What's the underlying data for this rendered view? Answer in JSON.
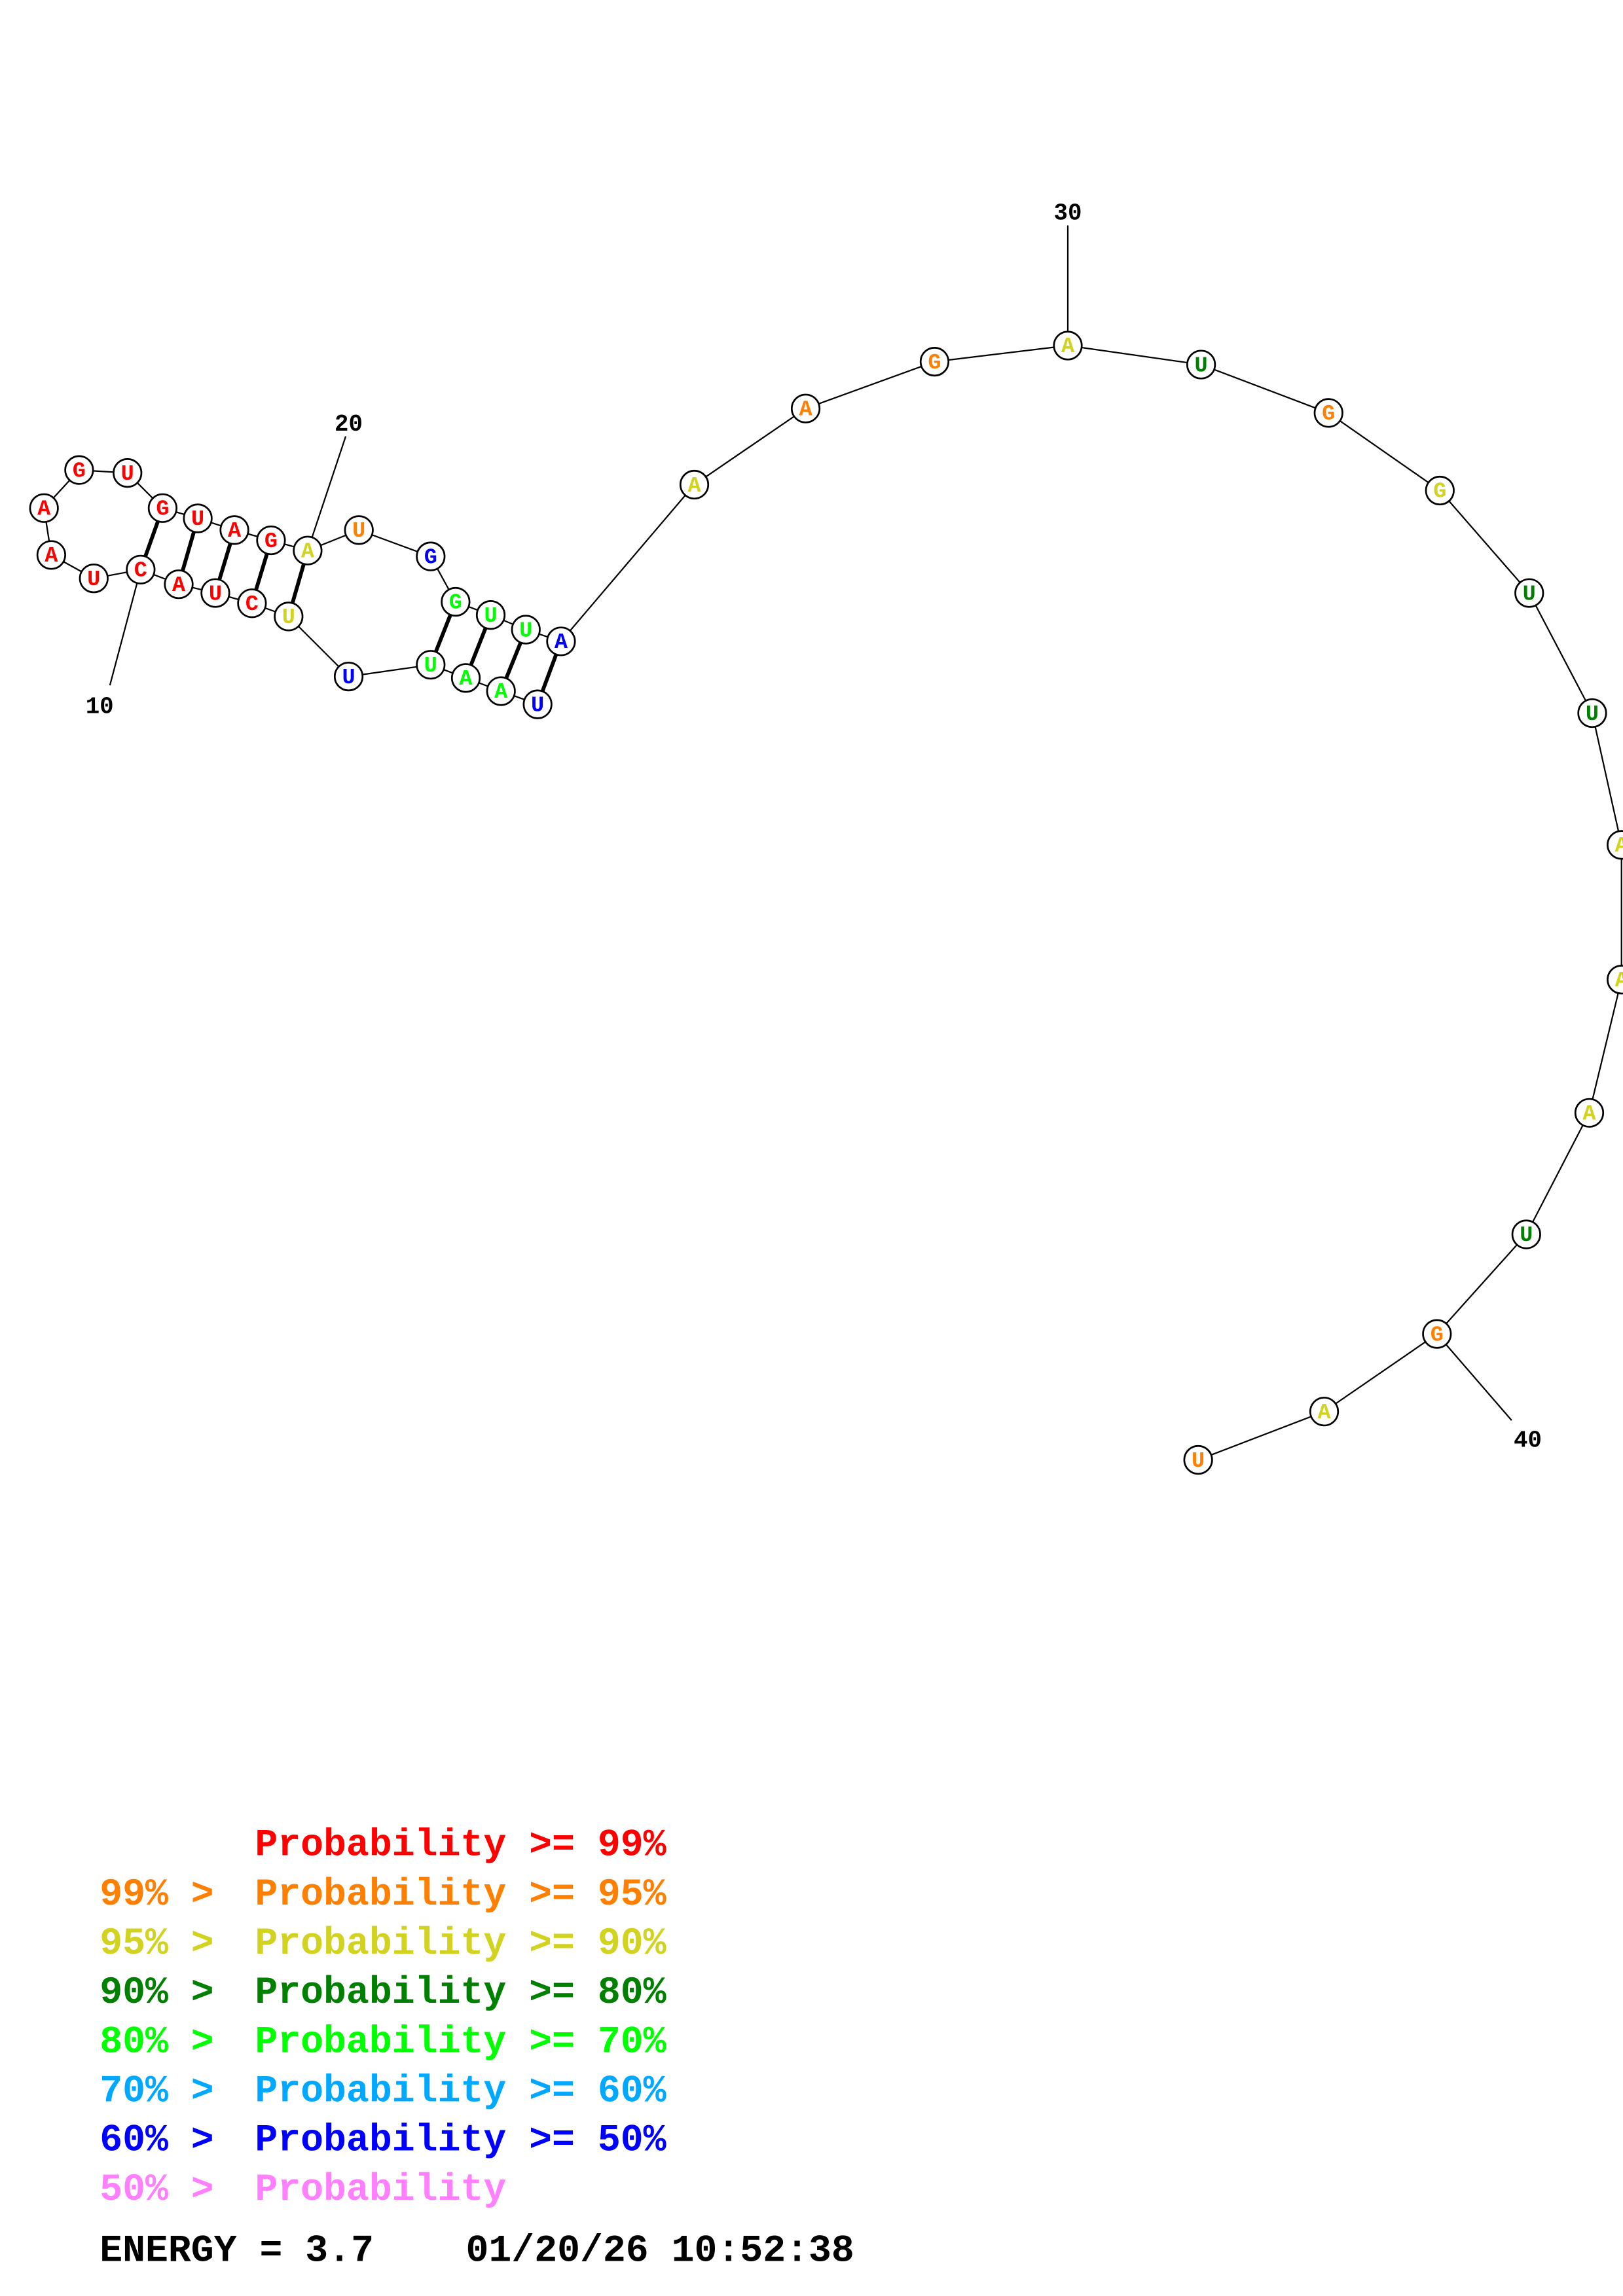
{
  "colors": {
    "p99": "#ff0000",
    "p95": "#ff8000",
    "p90": "#d2d220",
    "p80": "#008000",
    "p70": "#00ff00",
    "p60": "#00a8ff",
    "p50": "#0000ff",
    "plow": "#ff80ff"
  },
  "nucleotides": [
    {
      "n": 1,
      "base": "U",
      "prob": "p50"
    },
    {
      "n": 2,
      "base": "A",
      "prob": "p70"
    },
    {
      "n": 3,
      "base": "A",
      "prob": "p70"
    },
    {
      "n": 4,
      "base": "U",
      "prob": "p70"
    },
    {
      "n": 5,
      "base": "U",
      "prob": "p50"
    },
    {
      "n": 6,
      "base": "U",
      "prob": "p90"
    },
    {
      "n": 7,
      "base": "C",
      "prob": "p99"
    },
    {
      "n": 8,
      "base": "U",
      "prob": "p99"
    },
    {
      "n": 9,
      "base": "A",
      "prob": "p99"
    },
    {
      "n": 10,
      "base": "C",
      "prob": "p99"
    },
    {
      "n": 11,
      "base": "U",
      "prob": "p99"
    },
    {
      "n": 12,
      "base": "A",
      "prob": "p99"
    },
    {
      "n": 13,
      "base": "A",
      "prob": "p99"
    },
    {
      "n": 14,
      "base": "G",
      "prob": "p99"
    },
    {
      "n": 15,
      "base": "U",
      "prob": "p99"
    },
    {
      "n": 16,
      "base": "G",
      "prob": "p99"
    },
    {
      "n": 17,
      "base": "U",
      "prob": "p99"
    },
    {
      "n": 18,
      "base": "A",
      "prob": "p99"
    },
    {
      "n": 19,
      "base": "G",
      "prob": "p99"
    },
    {
      "n": 20,
      "base": "A",
      "prob": "p90"
    },
    {
      "n": 21,
      "base": "U",
      "prob": "p95"
    },
    {
      "n": 22,
      "base": "G",
      "prob": "p50"
    },
    {
      "n": 23,
      "base": "G",
      "prob": "p70"
    },
    {
      "n": 24,
      "base": "U",
      "prob": "p70"
    },
    {
      "n": 25,
      "base": "U",
      "prob": "p70"
    },
    {
      "n": 26,
      "base": "A",
      "prob": "p50"
    },
    {
      "n": 27,
      "base": "A",
      "prob": "p90"
    },
    {
      "n": 28,
      "base": "A",
      "prob": "p95"
    },
    {
      "n": 29,
      "base": "G",
      "prob": "p95"
    },
    {
      "n": 30,
      "base": "A",
      "prob": "p90"
    },
    {
      "n": 31,
      "base": "U",
      "prob": "p80"
    },
    {
      "n": 32,
      "base": "G",
      "prob": "p95"
    },
    {
      "n": 33,
      "base": "G",
      "prob": "p90"
    },
    {
      "n": 34,
      "base": "U",
      "prob": "p80"
    },
    {
      "n": 35,
      "base": "U",
      "prob": "p80"
    },
    {
      "n": 36,
      "base": "A",
      "prob": "p90"
    },
    {
      "n": 37,
      "base": "A",
      "prob": "p90"
    },
    {
      "n": 38,
      "base": "A",
      "prob": "p90"
    },
    {
      "n": 39,
      "base": "U",
      "prob": "p80"
    },
    {
      "n": 40,
      "base": "G",
      "prob": "p95"
    },
    {
      "n": 41,
      "base": "A",
      "prob": "p90"
    },
    {
      "n": 42,
      "base": "U",
      "prob": "p95"
    }
  ],
  "pairs": [
    [
      1,
      26
    ],
    [
      2,
      25
    ],
    [
      3,
      24
    ],
    [
      4,
      23
    ],
    [
      6,
      20
    ],
    [
      7,
      19
    ],
    [
      8,
      18
    ],
    [
      9,
      17
    ],
    [
      10,
      16
    ]
  ],
  "position_labels": [
    {
      "n": 10,
      "text": "10"
    },
    {
      "n": 20,
      "text": "20"
    },
    {
      "n": 30,
      "text": "30"
    },
    {
      "n": 40,
      "text": "40"
    }
  ],
  "legend": [
    {
      "prefix": "",
      "rest": "Probability >= 99%",
      "prob": "p99"
    },
    {
      "prefix": "99% >",
      "rest": "Probability >= 95%",
      "prob": "p95"
    },
    {
      "prefix": "95% >",
      "rest": "Probability >= 90%",
      "prob": "p90"
    },
    {
      "prefix": "90% >",
      "rest": "Probability >= 80%",
      "prob": "p80"
    },
    {
      "prefix": "80% >",
      "rest": "Probability >= 70%",
      "prob": "p70"
    },
    {
      "prefix": "70% >",
      "rest": "Probability >= 60%",
      "prob": "p60"
    },
    {
      "prefix": "60% >",
      "rest": "Probability >= 50%",
      "prob": "p50"
    },
    {
      "prefix": "50% >",
      "rest": "Probability",
      "prob": "plow"
    }
  ],
  "footer": {
    "energy": "ENERGY = 3.7",
    "timestamp": "01/20/26 10:52:38"
  }
}
